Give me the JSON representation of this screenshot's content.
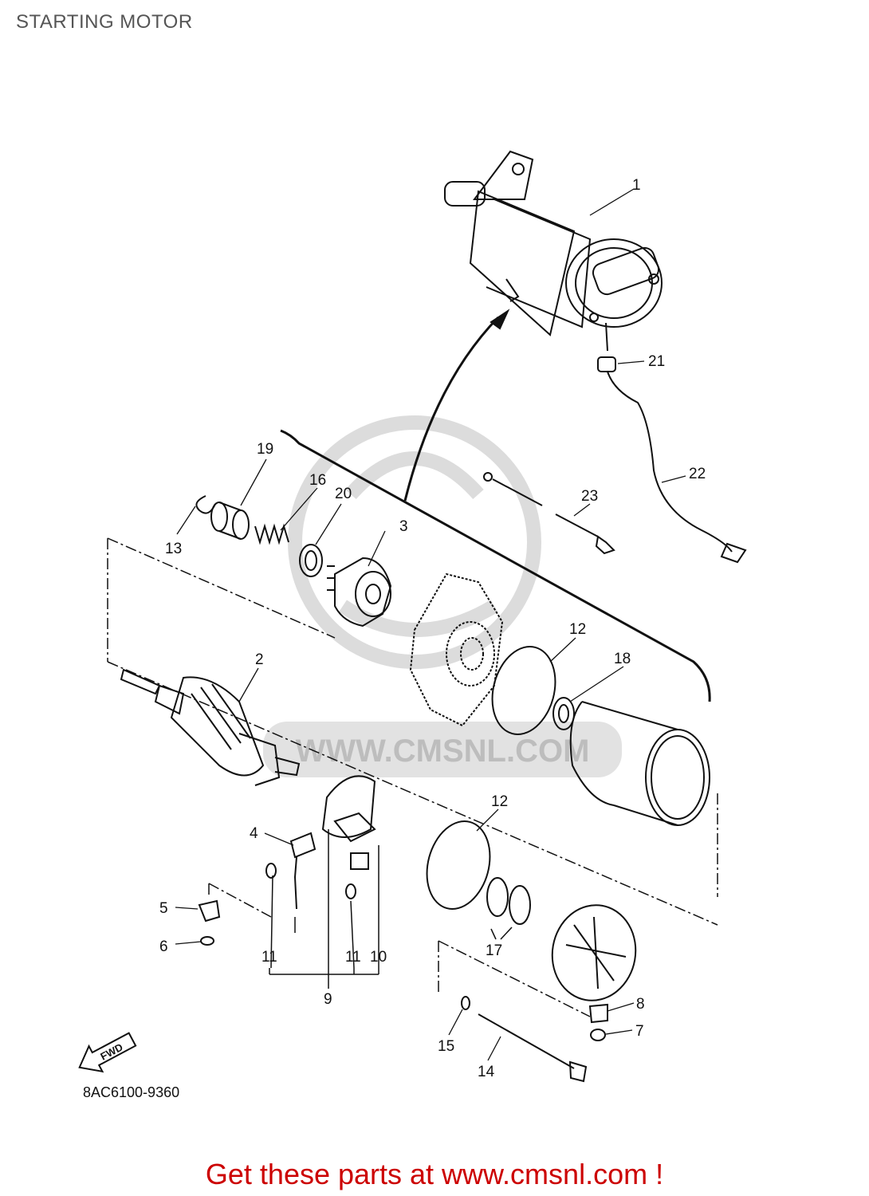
{
  "header": {
    "title": "STARTING MOTOR"
  },
  "diagram": {
    "callouts": [
      "1",
      "2",
      "3",
      "4",
      "5",
      "6",
      "7",
      "8",
      "9",
      "10",
      "11",
      "11",
      "12",
      "12",
      "13",
      "14",
      "15",
      "16",
      "17",
      "18",
      "19",
      "20",
      "21",
      "22",
      "23"
    ],
    "fwd_label": "FWD",
    "part_number": "8AC6100-9360",
    "watermark_text": "WWW.CMSNL.COM"
  },
  "footer": {
    "promo_text": "Get these parts at www.cmsnl.com !"
  },
  "colors": {
    "ink": "#111111",
    "title": "#555555",
    "promo": "#cc0000",
    "watermark": "#d9d9d9"
  }
}
